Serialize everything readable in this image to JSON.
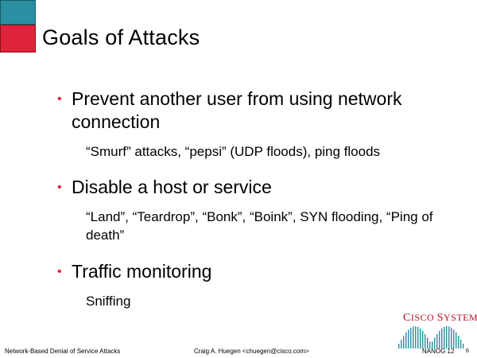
{
  "slide": {
    "title": "Goals of Attacks",
    "bullets": [
      {
        "text": "Prevent another user from using network connection",
        "sub": "“Smurf” attacks, “pepsi” (UDP floods), ping floods"
      },
      {
        "text": "Disable a host or service",
        "sub": "“Land”, “Teardrop”, “Bonk”, “Boink”, SYN flooding, “Ping of death”"
      },
      {
        "text": "Traffic monitoring",
        "sub": "Sniffing"
      }
    ],
    "bullet_glyph": "•"
  },
  "footer": {
    "left": "Network-Based Denial of Service Attacks",
    "center": "Craig A. Huegen <chuegen@cisco.com>",
    "right": "NANOG 12",
    "page": "6"
  },
  "logo": {
    "text_c": "C",
    "text_isco": "ISCO ",
    "text_s": "S",
    "text_ystems": "YSTEMS"
  },
  "colors": {
    "accent_red": "#e0223a",
    "accent_teal": "#2a8fa0",
    "logo_red": "#b01020",
    "logo_teal": "#2a8fa0"
  }
}
